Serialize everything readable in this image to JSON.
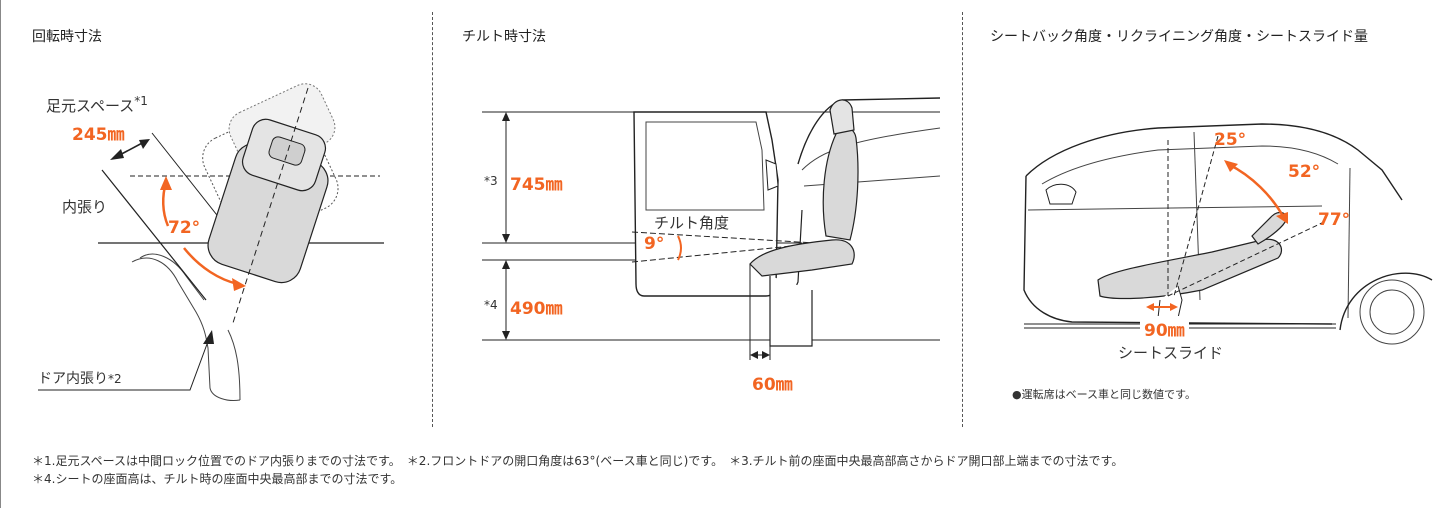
{
  "panels": {
    "rotation": {
      "title": "回転時寸法",
      "foot_space_label": "足元スペース",
      "foot_space_mark": "*1",
      "foot_space_value": "245㎜",
      "inner_trim_label": "内張り",
      "angle": "72°",
      "door_trim_label": "ドア内張り",
      "door_trim_mark": "*2"
    },
    "tilt": {
      "title": "チルト時寸法",
      "mark3": "*3",
      "height_upper": "745㎜",
      "tilt_angle_label": "チルト角度",
      "tilt_angle": "9°",
      "mark4": "*4",
      "height_lower": "490㎜",
      "width_value": "60㎜"
    },
    "seatback": {
      "title": "シートバック角度・リクライニング角度・シートスライド量",
      "angle_a": "25°",
      "angle_b": "52°",
      "angle_c": "77°",
      "slide_value": "90㎜",
      "slide_label": "シートスライド",
      "note": "●運転席はベース車と同じ数値です。"
    }
  },
  "footnotes": {
    "line1": "＊1.足元スペースは中間ロック位置でのドア内張りまでの寸法です。　＊2.フロントドアの開口角度は63°(ベース車と同じ)です。　＊3.チルト前の座面中央最高部高さからドア開口部上端までの寸法です。",
    "line2": "＊4.シートの座面高は、チルト時の座面中央最高部までの寸法です。"
  },
  "colors": {
    "accent": "#f26522",
    "line": "#222222",
    "seat_fill": "#d9d9d9"
  }
}
